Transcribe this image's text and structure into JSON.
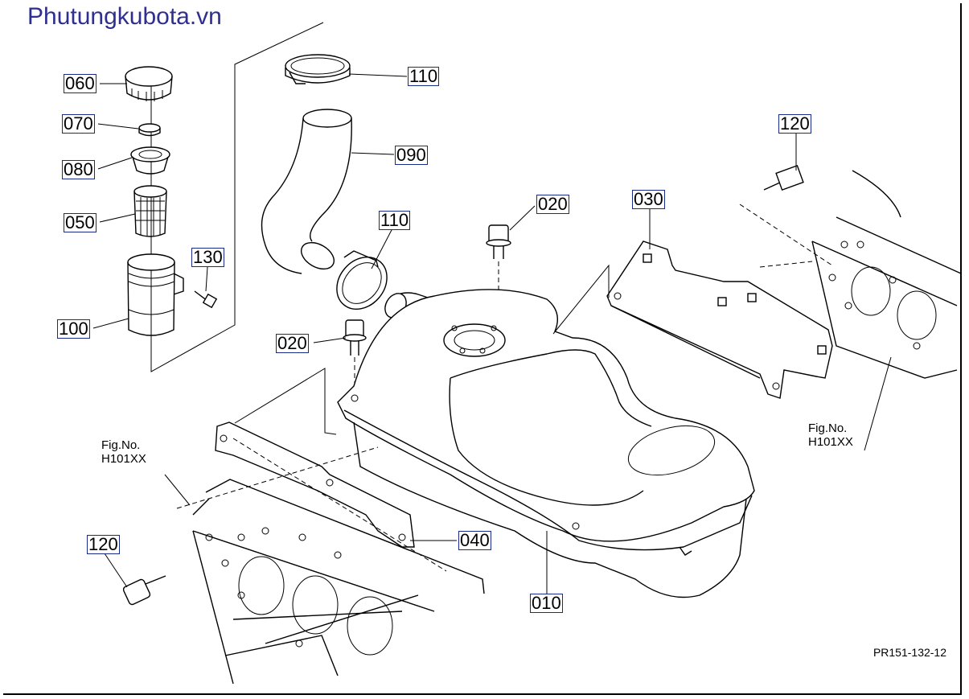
{
  "watermark": "Phutungkubota.vn",
  "drawing_code": "PR151-132-12",
  "figure_refs": {
    "left": {
      "line1": "Fig.No.",
      "line2": "H101XX"
    },
    "right": {
      "line1": "Fig.No.",
      "line2": "H101XX"
    }
  },
  "parts": {
    "p060": "060",
    "p070": "070",
    "p080": "080",
    "p050": "050",
    "p100": "100",
    "p130": "130",
    "p110_top": "110",
    "p090": "090",
    "p110_mid": "110",
    "p020_top": "020",
    "p020_left": "020",
    "p030": "030",
    "p120_right": "120",
    "p120_left": "120",
    "p040": "040",
    "p010": "010"
  }
}
